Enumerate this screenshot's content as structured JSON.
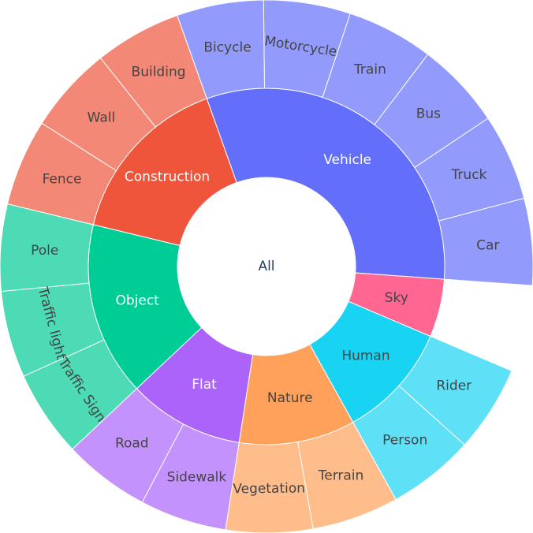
{
  "chart_data": {
    "type": "sunburst",
    "root": {
      "label": "All",
      "children": [
        {
          "label": "Vehicle",
          "color": "#636efa",
          "children": [
            {
              "label": "Car",
              "value": 1
            },
            {
              "label": "Truck",
              "value": 1
            },
            {
              "label": "Bus",
              "value": 1
            },
            {
              "label": "Train",
              "value": 1
            },
            {
              "label": "Motorcycle",
              "value": 1
            },
            {
              "label": "Bicycle",
              "value": 1
            }
          ]
        },
        {
          "label": "Construction",
          "color": "#ef553b",
          "children": [
            {
              "label": "Building",
              "value": 1
            },
            {
              "label": "Wall",
              "value": 1
            },
            {
              "label": "Fence",
              "value": 1
            }
          ]
        },
        {
          "label": "Object",
          "color": "#00cc96",
          "children": [
            {
              "label": "Pole",
              "value": 1
            },
            {
              "label": "Traffic light",
              "value": 1
            },
            {
              "label": "Traffic Sign",
              "value": 1
            }
          ]
        },
        {
          "label": "Flat",
          "color": "#ab63fa",
          "children": [
            {
              "label": "Road",
              "value": 1
            },
            {
              "label": "Sidewalk",
              "value": 1
            }
          ]
        },
        {
          "label": "Nature",
          "color": "#ffa15a",
          "children": [
            {
              "label": "Vegetation",
              "value": 1
            },
            {
              "label": "Terrain",
              "value": 1
            }
          ]
        },
        {
          "label": "Human",
          "color": "#19d3f3",
          "children": [
            {
              "label": "Person",
              "value": 1
            },
            {
              "label": "Rider",
              "value": 1
            }
          ]
        },
        {
          "label": "Sky",
          "color": "#ff6692",
          "children": []
        }
      ]
    }
  }
}
